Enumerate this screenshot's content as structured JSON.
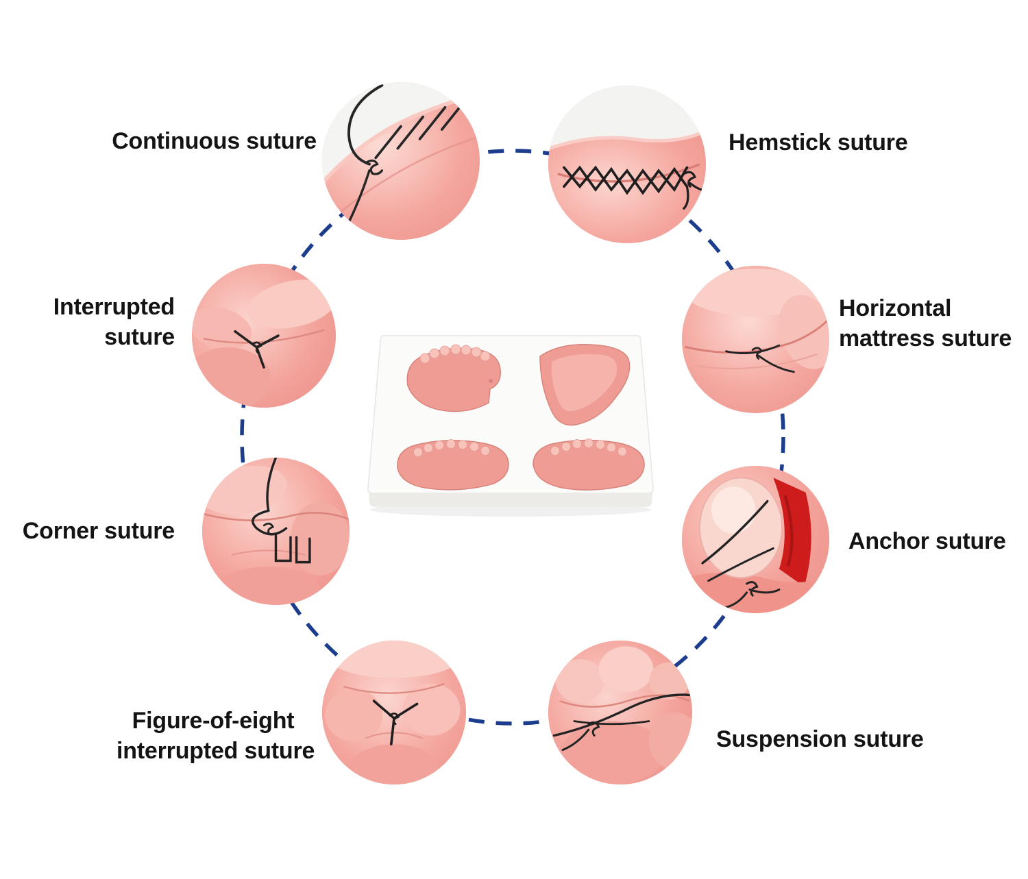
{
  "figure_title": "Dental suture practice model - suture types",
  "colors": {
    "connector_dash": "#1c3d8c",
    "tissue_pink": "#f4a79f",
    "tissue_light": "#fcdcd5",
    "thread_black": "#242424",
    "anchor_red": "#ce1c1c",
    "pad_white": "#fbfbfa",
    "label_text": "#141414"
  },
  "center_model": {
    "name": "Oral suture practice pad with four gum models"
  },
  "sutures": [
    {
      "id": "continuous-suture",
      "lines": [
        "Continuous suture"
      ]
    },
    {
      "id": "hemstick-suture",
      "lines": [
        "Hemstick suture"
      ]
    },
    {
      "id": "interrupted-suture",
      "lines": [
        "Interrupted",
        "suture"
      ]
    },
    {
      "id": "horizontal-mattress-suture",
      "lines": [
        "Horizontal",
        "mattress suture"
      ]
    },
    {
      "id": "corner-suture",
      "lines": [
        "Corner suture"
      ]
    },
    {
      "id": "anchor-suture",
      "lines": [
        "Anchor suture"
      ]
    },
    {
      "id": "figure-of-eight-interrupted-suture",
      "lines": [
        "Figure-of-eight",
        "interrupted suture"
      ]
    },
    {
      "id": "suspension-suture",
      "lines": [
        "Suspension suture"
      ]
    }
  ]
}
